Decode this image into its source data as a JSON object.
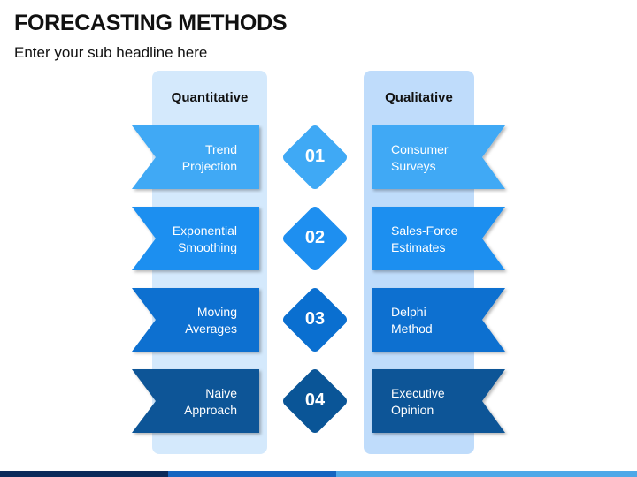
{
  "title": "FORECASTING METHODS",
  "subtitle": "Enter your sub headline here",
  "columns": {
    "left_header": "Quantitative",
    "right_header": "Qualitative"
  },
  "rows": [
    {
      "number": "01",
      "left_line1": "Trend",
      "left_line2": "Projection",
      "right_line1": "Consumer",
      "right_line2": "Surveys",
      "color": "#3fa9f5"
    },
    {
      "number": "02",
      "left_line1": "Exponential",
      "left_line2": "Smoothing",
      "right_line1": "Sales-Force",
      "right_line2": "Estimates",
      "color": "#1e8ff0"
    },
    {
      "number": "03",
      "left_line1": "Moving",
      "left_line2": "Averages",
      "right_line1": "Delphi",
      "right_line2": "Method",
      "color": "#0a6fd0"
    },
    {
      "number": "04",
      "left_line1": "Naive",
      "left_line2": "Approach",
      "right_line1": "Executive",
      "right_line2": "Opinion",
      "color": "#0a5597"
    }
  ],
  "colors": {
    "left_column": "#d4e9fc",
    "right_column": "#bfdcfb",
    "footer": [
      "#0b2a5a",
      "#1565c0",
      "#4ea8e8"
    ]
  }
}
